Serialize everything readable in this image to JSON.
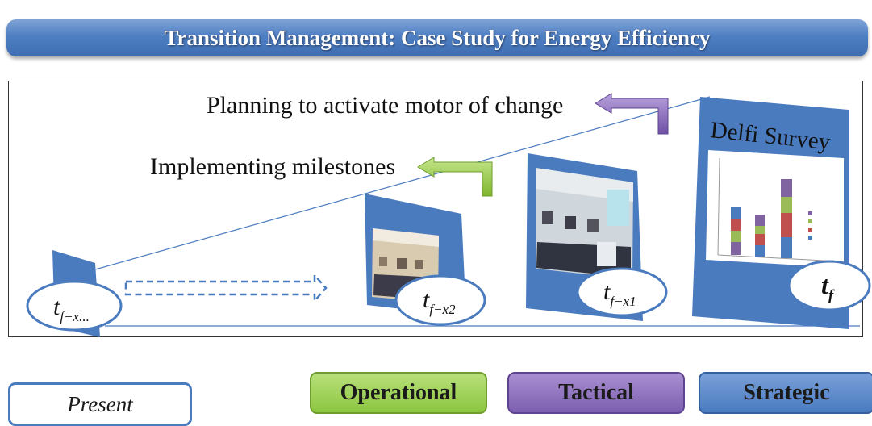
{
  "header": {
    "title": "Transition Management: Case Study for Energy Efficiency"
  },
  "diagram": {
    "planning_label": "Planning to activate motor of change",
    "implementing_label": "Implementing milestones",
    "survey_title": "Delfi Survey",
    "time_labels": {
      "present": {
        "base": "t",
        "sub": "f−x..."
      },
      "x2": {
        "base": "t",
        "sub": "f−x2"
      },
      "x1": {
        "base": "t",
        "sub": "f−x1"
      },
      "final": {
        "base": "t",
        "sub": "f"
      }
    }
  },
  "legend": {
    "present": "Present",
    "operational": "Operational",
    "tactical": "Tactical",
    "strategic": "Strategic"
  },
  "colors": {
    "banner": "#4f7fc3",
    "card": "#4a7bbf",
    "operational": "#8cc63f",
    "tactical": "#7d5fb0",
    "strategic": "#4a7bc0"
  }
}
